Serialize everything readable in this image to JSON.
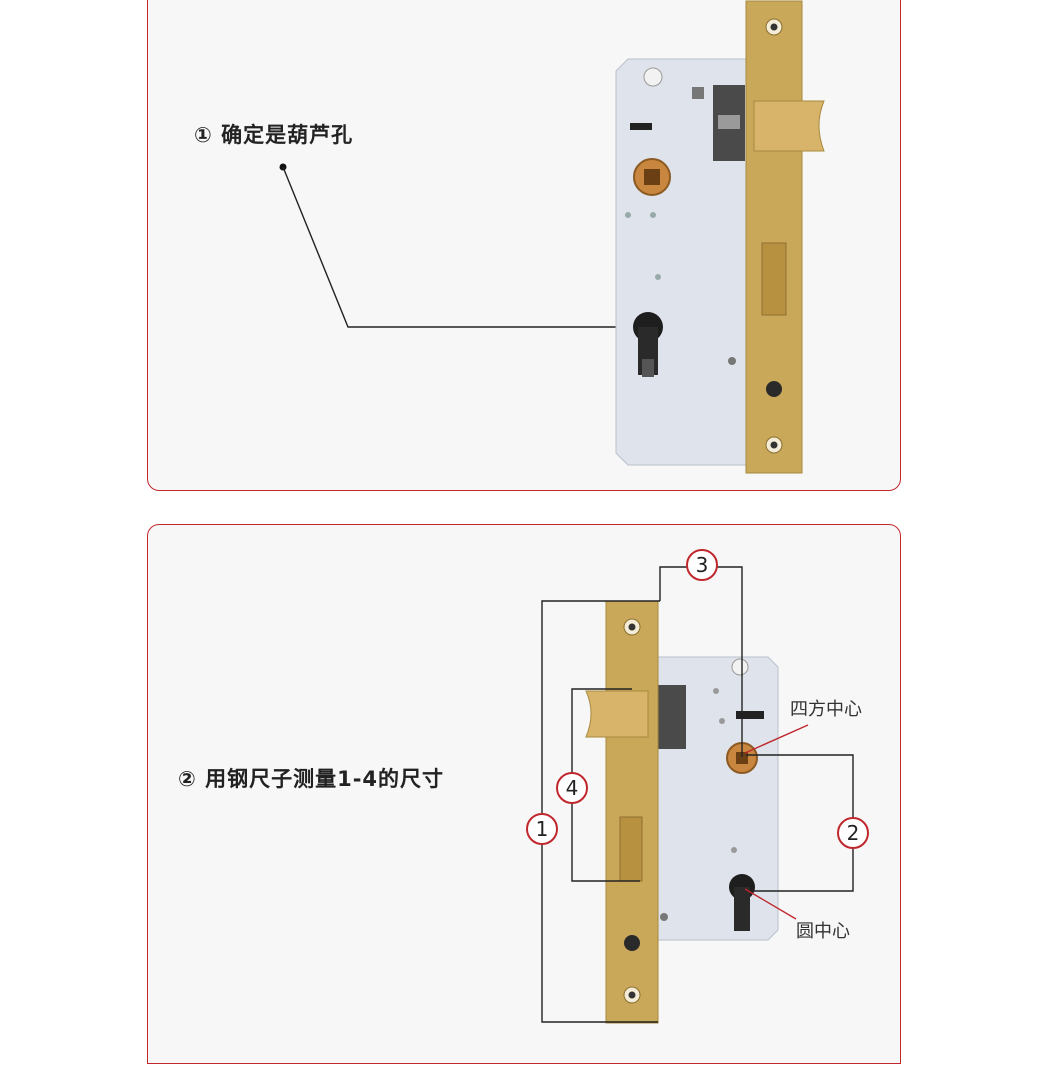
{
  "step1": {
    "caption": "① 确定是葫芦孔"
  },
  "step2": {
    "caption": "② 用钢尺子测量1-4的尺寸",
    "markers": [
      "1",
      "2",
      "3",
      "4"
    ],
    "label_square_center": "四方中心",
    "label_round_center": "圆中心"
  },
  "colors": {
    "border": "#c0272d",
    "card_bg": "#f7f7f7",
    "brass": "#c9a85a",
    "lock_body": "#d9dfe8"
  }
}
